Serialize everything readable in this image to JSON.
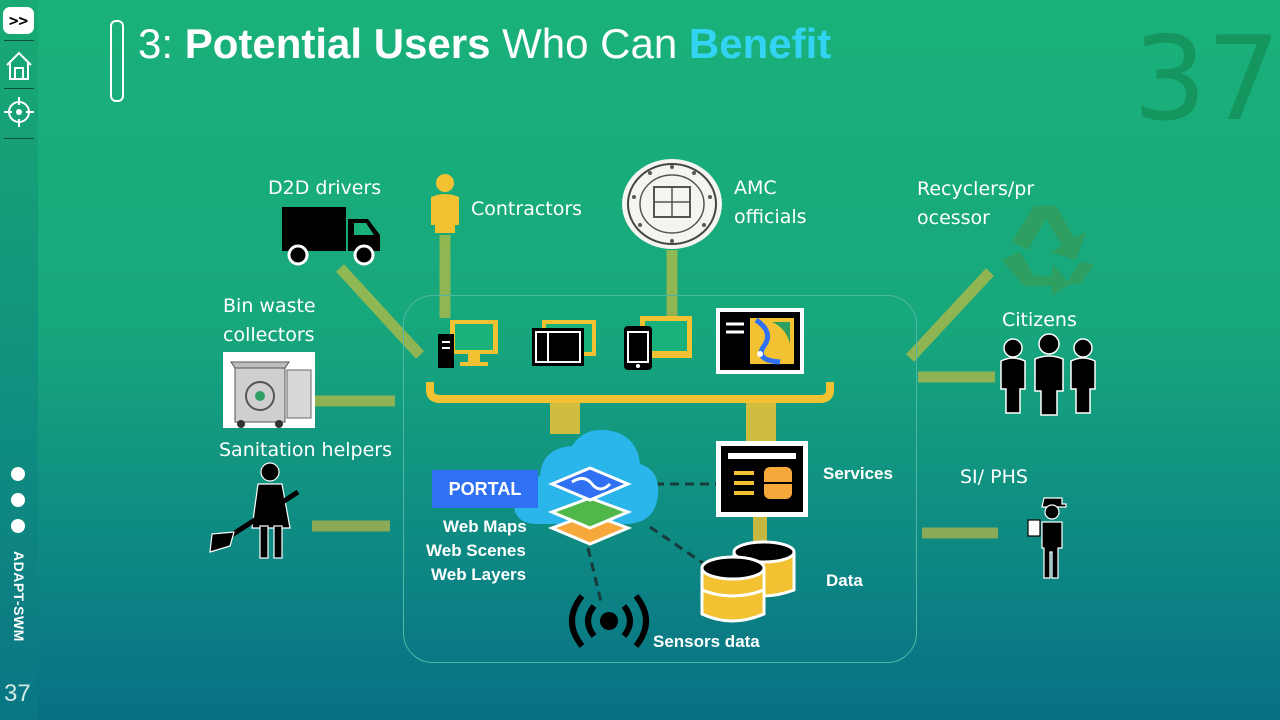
{
  "nav": {
    "next_label": ">>",
    "home_icon": "home-icon",
    "target_icon": "crosshair-icon"
  },
  "brand": "ADAPT-SWM",
  "page_number": "37",
  "title": {
    "prefix": "3: ",
    "strong": "Potential Users",
    "middle": " Who Can ",
    "accent": "Benefit"
  },
  "colors": {
    "accent": "#33d4f3",
    "connector": "#f2c232",
    "portal": "#2f71f2",
    "background_top": "#1ab17a",
    "background_bottom": "#087085"
  },
  "users": {
    "d2d_drivers": "D2D drivers",
    "contractors": "Contractors",
    "amc_line1": "AMC",
    "amc_line2": "officials",
    "recyclers_line1": "Recyclers/pr",
    "recyclers_line2": "ocessor",
    "bin_line1": "Bin waste",
    "bin_line2": "collectors",
    "citizens": "Citizens",
    "sanitation": "Sanitation helpers",
    "si_phs": "SI/ PHS"
  },
  "platform": {
    "portal": "PORTAL",
    "web_maps": "Web Maps",
    "web_scenes": "Web Scenes",
    "web_layers": "Web Layers",
    "services": "Services",
    "data": "Data",
    "sensors": "Sensors data"
  }
}
